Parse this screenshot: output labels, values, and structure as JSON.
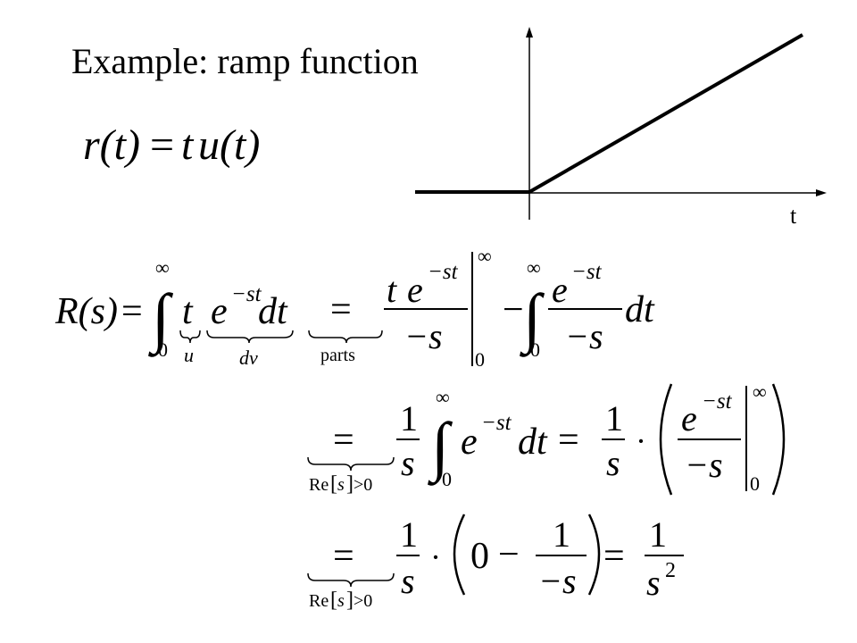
{
  "slide": {
    "title": "Example: ramp function",
    "definition": {
      "lhs": "r(t)",
      "eq": "=",
      "rhs_t": "t",
      "rhs_u": "u(t)"
    },
    "graph": {
      "axis_label": "t",
      "ink_color": "#000000"
    },
    "row1": {
      "lhs": "R(s)",
      "eq": "=",
      "int_upper": "∞",
      "int_lower": "0",
      "integrand_t": "t",
      "integrand_e": "e",
      "integrand_exp": "−st",
      "integrand_dt": "dt",
      "brace_u": "u",
      "brace_dv": "dv",
      "eq_parts": "=",
      "brace_parts": "parts",
      "frac1_num_t": "t",
      "frac1_num_e": "e",
      "frac1_num_exp": "−st",
      "frac1_den": "−s",
      "eval_upper": "∞",
      "eval_lower": "0",
      "minus": "−",
      "int2_upper": "∞",
      "int2_lower": "0",
      "frac2_num_e": "e",
      "frac2_num_exp": "−st",
      "frac2_den": "−s",
      "dt": "dt"
    },
    "row2": {
      "eq": "=",
      "cond_re": "Re",
      "cond_lb": "[",
      "cond_s": "s",
      "cond_rb": "]",
      "cond_gt": ">0",
      "frac1_num": "1",
      "frac1_den": "s",
      "int_upper": "∞",
      "int_lower": "0",
      "e": "e",
      "exp": "−st",
      "dt": "dt",
      "eq2": "=",
      "frac2_num": "1",
      "frac2_den": "s",
      "cdot": "·",
      "frac3_num_e": "e",
      "frac3_num_exp": "−st",
      "frac3_den": "−s",
      "eval_upper": "∞",
      "eval_lower": "0"
    },
    "row3": {
      "eq": "=",
      "cond_re": "Re",
      "cond_lb": "[",
      "cond_s": "s",
      "cond_rb": "]",
      "cond_gt": ">0",
      "frac1_num": "1",
      "frac1_den": "s",
      "cdot": "·",
      "zero": "0",
      "minus": "−",
      "frac2_num": "1",
      "frac2_den": "−s",
      "eq2": "=",
      "result_num": "1",
      "result_den": "s",
      "result_exp": "2"
    }
  }
}
